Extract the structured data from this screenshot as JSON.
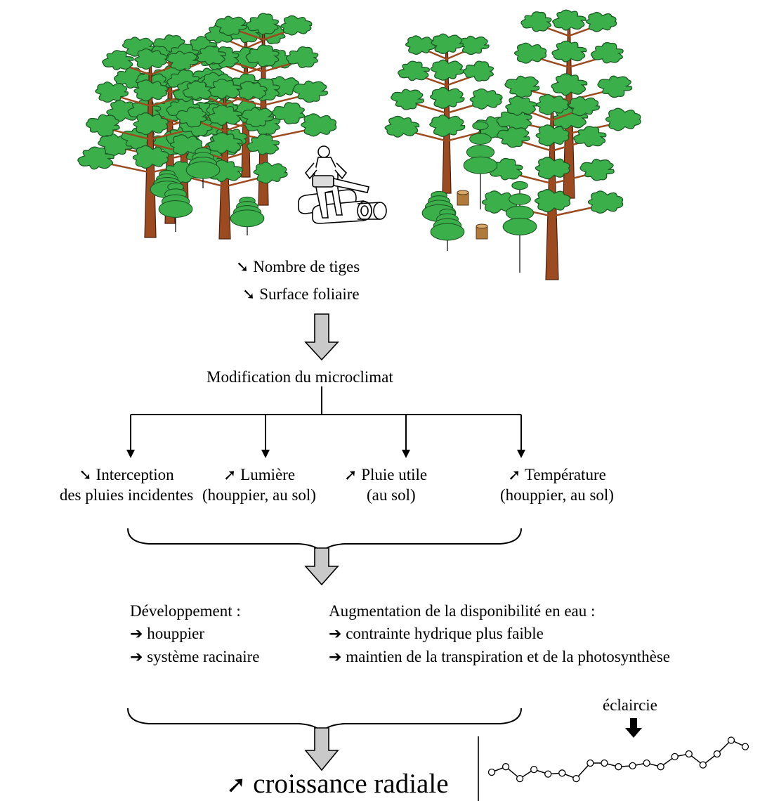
{
  "top_effects": [
    {
      "symbol": "➘",
      "label": "Nombre de tiges"
    },
    {
      "symbol": "➘",
      "label": "Surface foliaire"
    }
  ],
  "microclimate_label": "Modification du microclimat",
  "effects": [
    {
      "symbol": "➘",
      "line1": "Interception",
      "line2": "des pluies incidentes"
    },
    {
      "symbol": "➚",
      "line1": "Lumière",
      "line2": "(houppier, au sol)"
    },
    {
      "symbol": "➚",
      "line1": "Pluie utile",
      "line2": "(au sol)"
    },
    {
      "symbol": "➚",
      "line1": "Température",
      "line2": "(houppier, au sol)"
    }
  ],
  "development": {
    "title": "Développement :",
    "items": [
      {
        "symbol": "➔",
        "label": "houppier"
      },
      {
        "symbol": "➔",
        "label": "système racinaire"
      }
    ]
  },
  "water": {
    "title": "Augmentation de la disponibilité en eau :",
    "items": [
      {
        "symbol": "➔",
        "label": "contrainte hydrique plus faible"
      },
      {
        "symbol": "➔",
        "label": "maintien de la transpiration et de la photosynthèse"
      }
    ]
  },
  "result": {
    "symbol": "➚",
    "label": "croissance radiale"
  },
  "chart_data": {
    "type": "line",
    "series": [
      {
        "values": [
          1.0,
          1.6,
          0.3,
          1.3,
          0.8,
          0.9,
          0.3,
          2.0,
          2.0,
          1.6,
          1.7,
          2.0,
          1.6,
          2.7,
          3.0,
          1.8,
          3.0,
          4.5,
          3.8
        ]
      }
    ],
    "annotations": [
      {
        "text": "éclaircie",
        "index": 10
      }
    ],
    "ylim": [
      0,
      5
    ]
  },
  "colors": {
    "foliage": "#3bb04a",
    "foliage_dark": "#1d5a26",
    "trunk": "#9c4a1f",
    "stump": "#b07a3a",
    "flow_arrow_fill": "#c9c9c9",
    "line": "#000000"
  },
  "icons": {
    "forest_before": "dense-forest-icon",
    "forest_after": "thinned-forest-icon",
    "lumberjack": "lumberjack-chainsaw-icon"
  }
}
